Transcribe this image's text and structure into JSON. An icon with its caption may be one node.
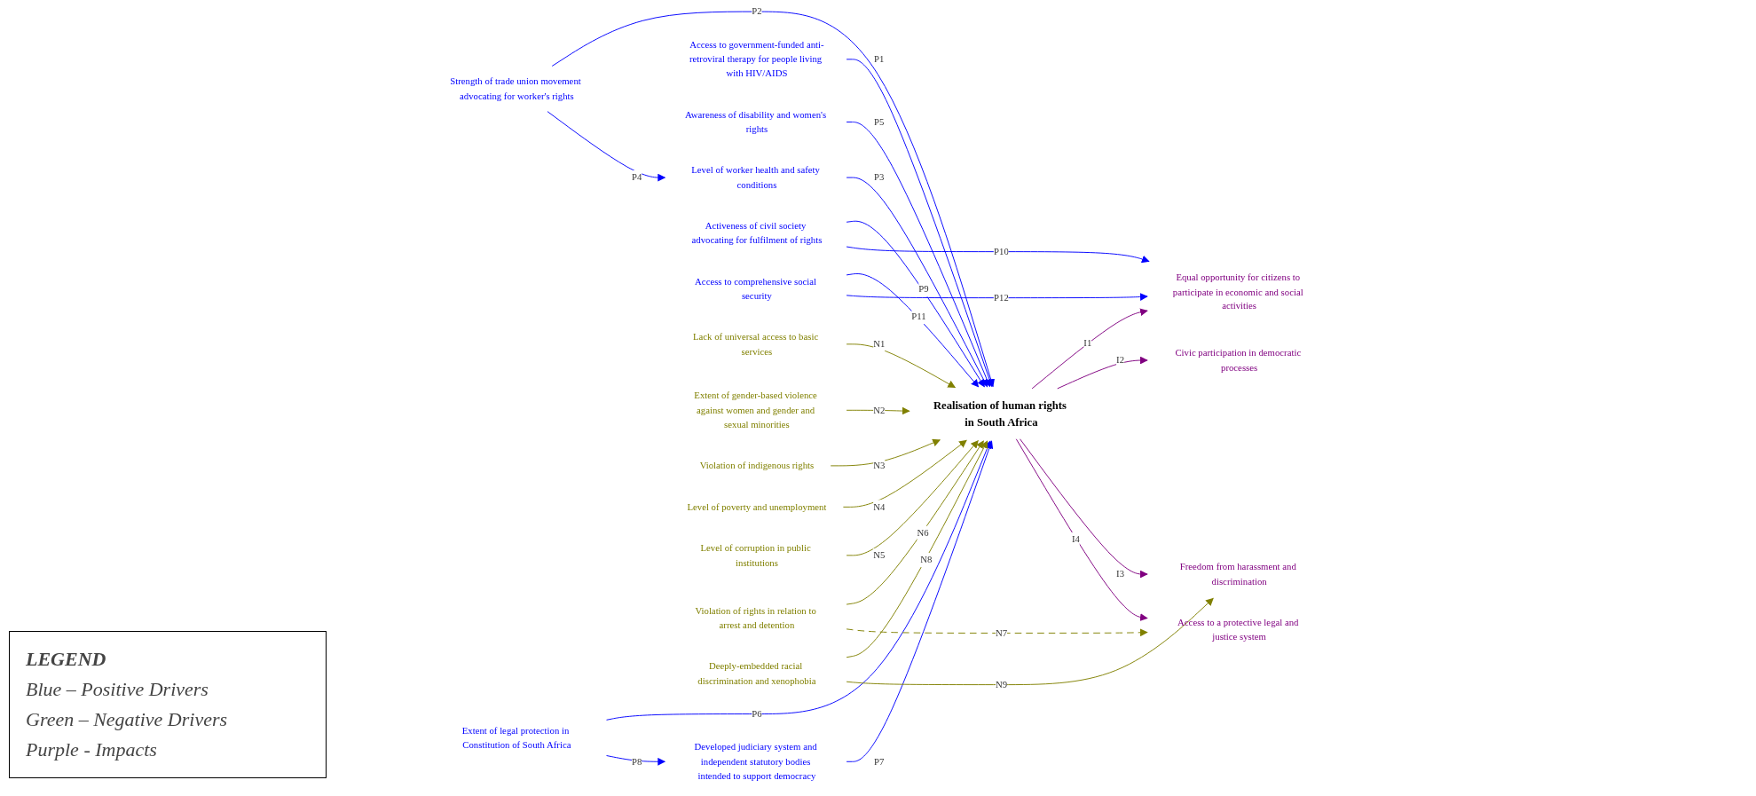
{
  "diagram": {
    "nodes": [
      {
        "text": [
          "Realisation of human rights in South Africa"
        ]
      },
      {
        "text": [
          "Strength of trade union movement advocating for worker's rights"
        ]
      },
      {
        "text": [
          "Level of worker health and safety conditions"
        ]
      },
      {
        "text": [
          "Access to government-funded anti-retroviral therapy for people living with HIV/AIDS"
        ]
      },
      {
        "text": [
          "Awareness of disability and women's rights"
        ]
      },
      {
        "text": [
          "Extent of legal protection in Constitution of South Africa"
        ]
      },
      {
        "text": [
          "Developed judiciary system and independent statutory bodies intended to support democracy"
        ]
      },
      {
        "text": [
          "Activeness of civil society advocating for fulfilment of rights"
        ]
      },
      {
        "text": [
          "Access to comprehensive social security"
        ]
      },
      {
        "text": [
          "Lack of universal access to basic services"
        ]
      },
      {
        "text": [
          "Extent of gender-based violence against women and gender and sexual minorities"
        ]
      },
      {
        "text": [
          "Violation of indigenous rights"
        ]
      },
      {
        "text": [
          "Level of poverty and unemployment"
        ]
      },
      {
        "text": [
          "Level of corruption in public institutions"
        ]
      },
      {
        "text": [
          "Violation of rights in relation to arrest and detention"
        ]
      },
      {
        "text": [
          "Deeply-embedded racial discrimination and xenophobia"
        ]
      },
      {
        "text": [
          "Equal opportunity for citizens to participate in economic and social activities"
        ]
      },
      {
        "text": [
          "Civic participation in democratic processes"
        ]
      },
      {
        "text": [
          "Freedom from harassment and discrimination"
        ]
      },
      {
        "text": [
          "Access to a protective legal and justice system"
        ]
      }
    ],
    "edges": [
      {
        "from": 3,
        "to": 0,
        "arrow": "to",
        "label": "P1"
      },
      {
        "from": 1,
        "to": 0,
        "arrow": "to",
        "label": "P2"
      },
      {
        "from": 2,
        "to": 0,
        "arrow": "to",
        "label": "P3"
      },
      {
        "from": 1,
        "to": 2,
        "arrow": "to",
        "label": "P4"
      },
      {
        "from": 4,
        "to": 0,
        "arrow": "to",
        "label": "P5"
      },
      {
        "from": 5,
        "to": 0,
        "arrow": "to",
        "label": "P6"
      },
      {
        "from": 6,
        "to": 0,
        "arrow": "to",
        "label": "P7"
      },
      {
        "from": 5,
        "to": 6,
        "arrow": "to",
        "label": "P8"
      },
      {
        "from": 7,
        "to": 0,
        "arrow": "to",
        "label": "P9"
      },
      {
        "from": 7,
        "to": 16,
        "arrow": "to",
        "label": "P10"
      },
      {
        "from": 8,
        "to": 0,
        "arrow": "to",
        "label": "P11"
      },
      {
        "from": 8,
        "to": 16,
        "arrow": "to",
        "label": "P12"
      },
      {
        "from": 9,
        "to": 0,
        "arrow": "to",
        "label": "N1",
        "color": "#808000"
      },
      {
        "from": 10,
        "to": 0,
        "arrow": "to",
        "label": "N2",
        "color": "#808000"
      },
      {
        "from": 11,
        "to": 0,
        "arrow": "to",
        "label": "N3",
        "color": "#808000"
      },
      {
        "from": 12,
        "to": 0,
        "arrow": "to",
        "label": "N4",
        "color": "#808000"
      },
      {
        "from": 13,
        "to": 0,
        "arrow": "to",
        "label": "N5",
        "color": "#808000"
      },
      {
        "from": 14,
        "to": 0,
        "arrow": "to",
        "label": "N6",
        "color": "#808000"
      },
      {
        "from": 14,
        "to": 19,
        "arrow": "to",
        "label": "N7",
        "color": "#808000",
        "style": "dashed"
      },
      {
        "from": 15,
        "to": 0,
        "arrow": "to",
        "label": "N8",
        "color": "#808000"
      },
      {
        "from": 15,
        "to": 18,
        "arrow": "to",
        "label": "N9",
        "color": "#808000"
      },
      {
        "from": 0,
        "to": 16,
        "arrow": "to",
        "label": "I1",
        "color": "#800080"
      },
      {
        "from": 0,
        "to": 17,
        "arrow": "to",
        "label": "I2",
        "color": "#800080"
      },
      {
        "from": 0,
        "to": 18,
        "arrow": "to",
        "label": "I3",
        "color": "#800080"
      },
      {
        "from": 0,
        "to": 19,
        "arrow": "to",
        "label": "I4",
        "color": "#800080"
      }
    ],
    "labels": [
      "LEGEND"
    ],
    "legend": [
      {
        "text": "Blue – Positive Drivers"
      },
      {
        "text": "Green – Negative Drivers"
      },
      {
        "text": "Purple - Impacts"
      }
    ]
  }
}
